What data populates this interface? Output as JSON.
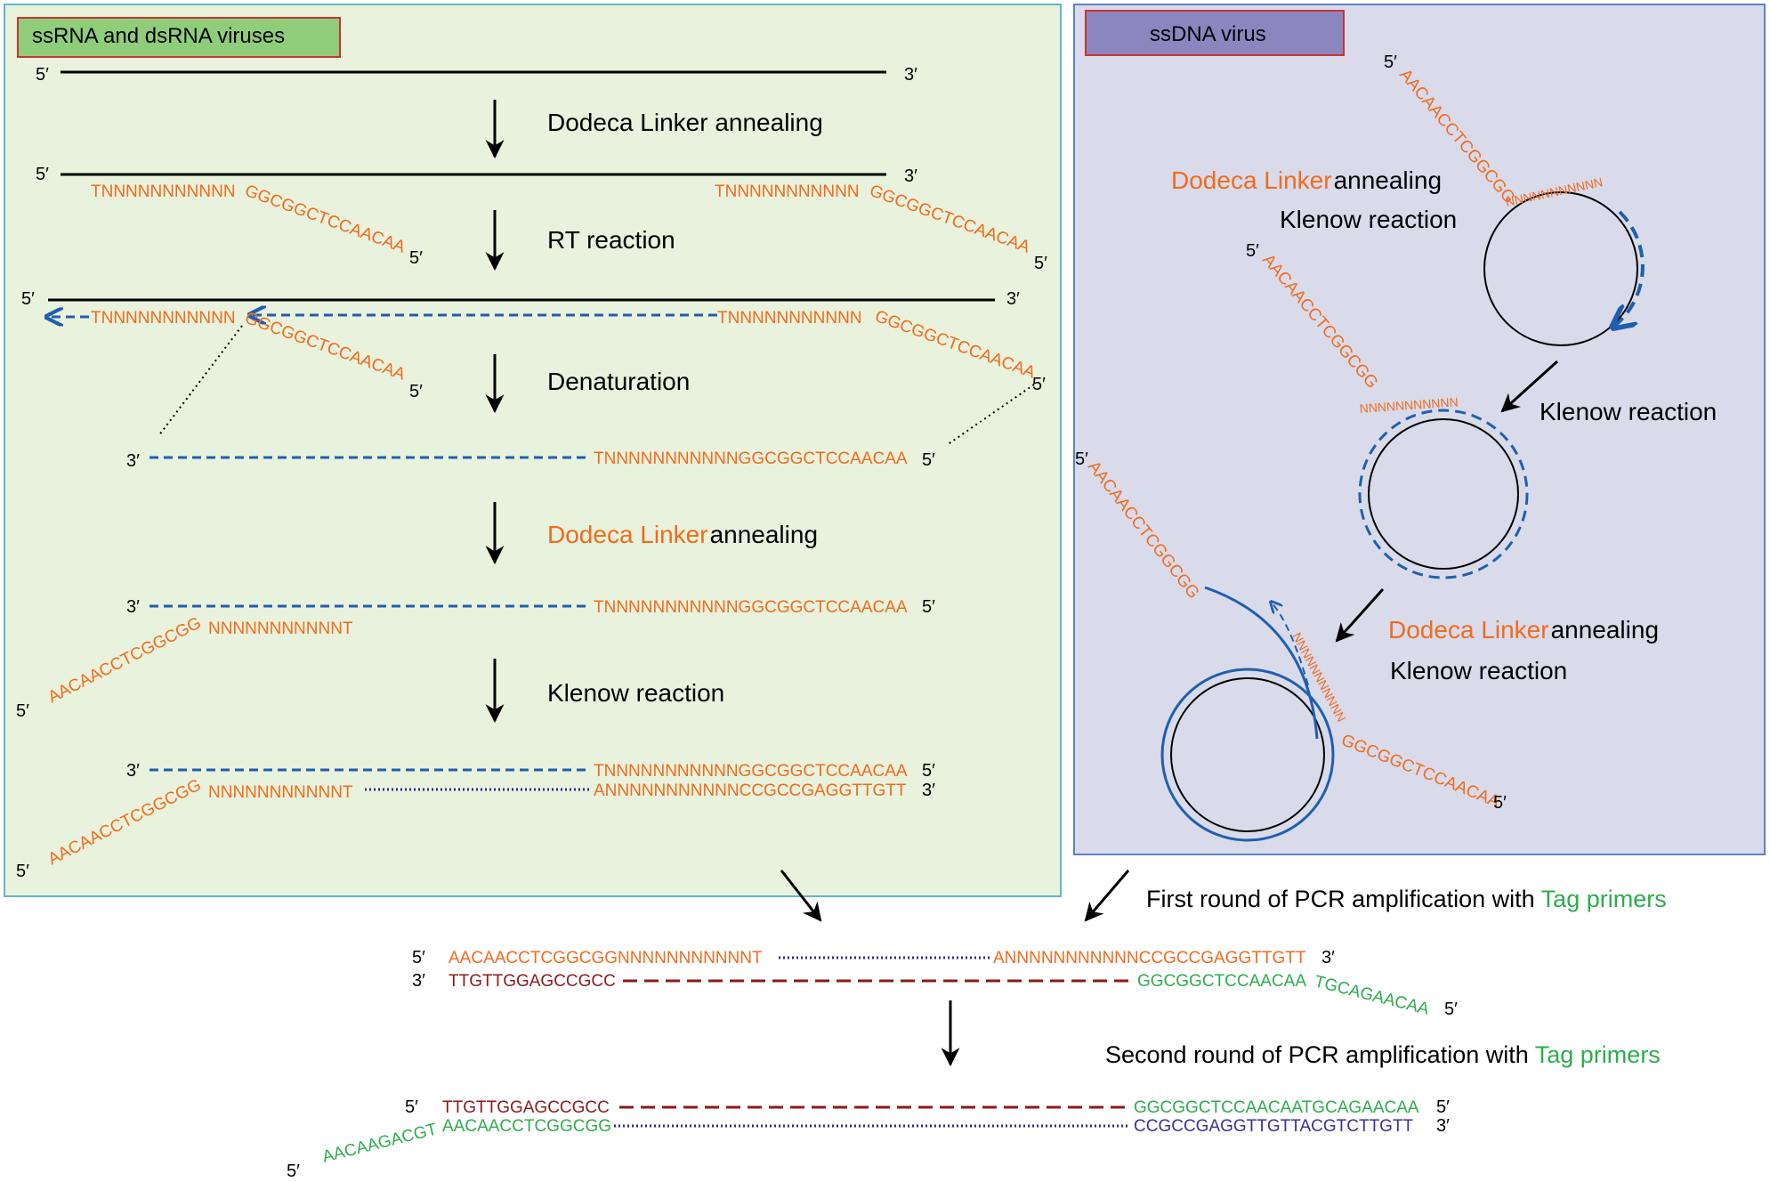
{
  "panels": {
    "left": {
      "title": "ssRNA and dsRNA viruses"
    },
    "right": {
      "title": "ssDNA virus"
    }
  },
  "labels": {
    "five": "5′",
    "three": "3′",
    "dodeca_annealing": "Dodeca Linker annealing",
    "dodeca": "Dodeca Linker",
    "annealing": "annealing",
    "rt_reaction": "RT reaction",
    "denaturation": "Denaturation",
    "klenow_reaction": "Klenow reaction",
    "first_round_prefix": "First round of PCR amplification with ",
    "second_round_prefix": "Second round of PCR amplification with ",
    "tag_primers": "Tag primers"
  },
  "sequences": {
    "tn12": "TNNNNNNNNNNN",
    "tag_tail": "GGCGGCTCCAACAA",
    "tn_full": "TNNNNNNNNNNNGGCGGCTCCAACAA",
    "an_full": "ANNNNNNNNNNNCCGCCGAGGTTGTT",
    "primer_head": "AACAACCTCGGCGG",
    "n_tail": "NNNNNNNNNNNT",
    "primer_full": "AACAACCTCGGCGGNNNNNNNNNNNT",
    "circle_primer": "AACAACCTCGGCGG",
    "circle_n": "NNNNNNNNNNN",
    "pcr1_bottom_left": "TTGTTGGAGCCGCC",
    "pcr1_bottom_right": "GGCGGCTCCAACAA",
    "pcr1_bottom_tag": "TGCAGAACAA",
    "pcr2_top_left": "TTGTTGGAGCCGCC",
    "pcr2_top_right": "GGCGGCTCCAACAATGCAGAACAA",
    "pcr2_bottom_left": "AACAACCTCGGCGG",
    "pcr2_bottom_right": "CCGCCGAGGTTGTTACGTCTTGTT",
    "pcr2_tag": "AACAAGACGT"
  },
  "colors": {
    "left_panel_bg": "#e9f2dc",
    "left_panel_border": "#5eb7cf",
    "left_title_bg": "#8fcd7a",
    "right_panel_bg": "#d9dbeb",
    "right_panel_border": "#5b82c4",
    "right_title_bg": "#8b86c0",
    "title_border": "#cc3333",
    "orange": "#f26b1d",
    "blue_dashed": "#1f5fb0",
    "navy_dotted": "#2c2a8c",
    "dark_red": "#8b1a1a",
    "green": "#2dad4b",
    "purple": "#3b2e9a"
  }
}
